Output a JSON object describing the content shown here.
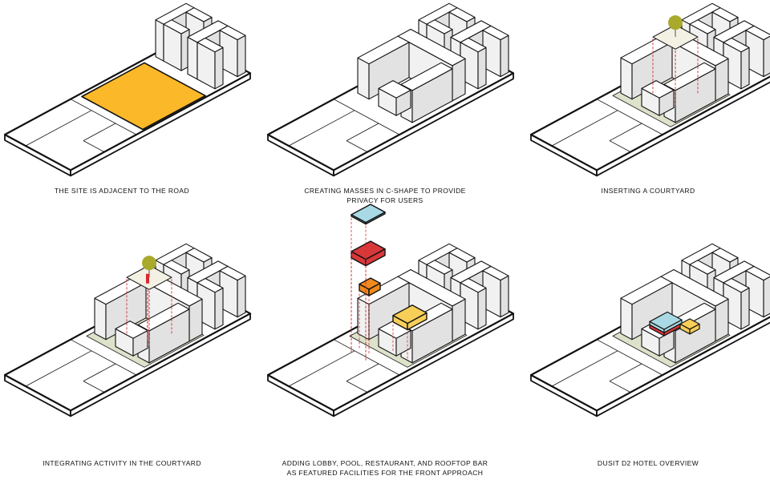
{
  "colors": {
    "outline": "#111111",
    "site_highlight": "#fbb829",
    "courtyard_ground": "#dde3cb",
    "tree": "#a9a92d",
    "guide_dash": "#d8292f",
    "rooftop_bar": "#a9d9e4",
    "restaurant": "#d9383a",
    "lobby": "#f08a1e",
    "pool": "#f7cf58"
  },
  "icons": [
    "tree-icon"
  ],
  "steps": [
    {
      "caption_lines": [
        "THE SITE IS ADJACENT TO THE ROAD"
      ]
    },
    {
      "caption_lines": [
        "CREATING MASSES IN C-SHAPE TO PROVIDE",
        "PRIVACY FOR USERS"
      ]
    },
    {
      "caption_lines": [
        "INSERTING A COURTYARD"
      ]
    },
    {
      "caption_lines": [
        "INTEGRATING ACTIVITY IN THE COURTYARD"
      ]
    },
    {
      "caption_lines": [
        "ADDING LOBBY, POOL, RESTAURANT, AND ROOFTOP BAR",
        "AS FEATURED FACILITIES FOR THE FRONT APPROACH"
      ]
    },
    {
      "caption_lines": [
        "DUSIT D2 HOTEL OVERVIEW"
      ]
    }
  ]
}
